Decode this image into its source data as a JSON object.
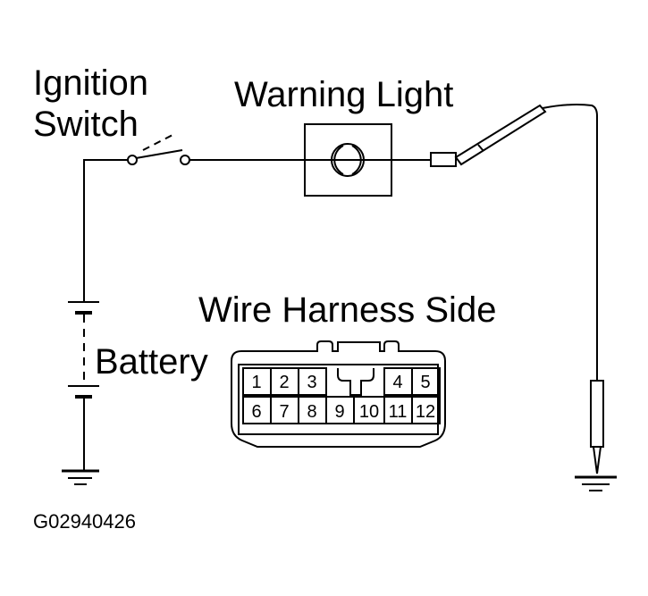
{
  "labels": {
    "ignition_line1": "Ignition",
    "ignition_line2": "Switch",
    "warning_light": "Warning Light",
    "wire_harness_side": "Wire Harness Side",
    "battery": "Battery",
    "figure_code": "G02940426"
  },
  "connector": {
    "top_row": [
      "1",
      "2",
      "3",
      "4",
      "5"
    ],
    "bottom_row": [
      "6",
      "7",
      "8",
      "9",
      "10",
      "11",
      "12"
    ]
  }
}
